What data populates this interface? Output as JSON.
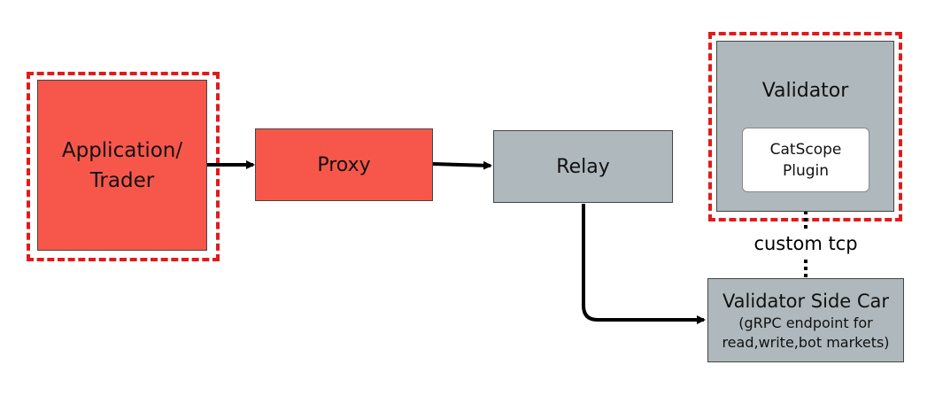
{
  "nodes": {
    "app": {
      "line1": "Application/",
      "line2": "Trader"
    },
    "proxy": {
      "label": "Proxy"
    },
    "relay": {
      "label": "Relay"
    },
    "validator": {
      "label": "Validator"
    },
    "plugin": {
      "line1": "CatScope",
      "line2": "Plugin"
    },
    "sidecar": {
      "line1": "Validator Side Car",
      "line2": "(gRPC endpoint for",
      "line3": "read,write,bot markets)"
    }
  },
  "edges": {
    "custom_tcp_label": "custom tcp"
  },
  "colors": {
    "highlight": "#e11b1b",
    "red_box": "#f7574b",
    "gray_box": "#afb9bd"
  }
}
